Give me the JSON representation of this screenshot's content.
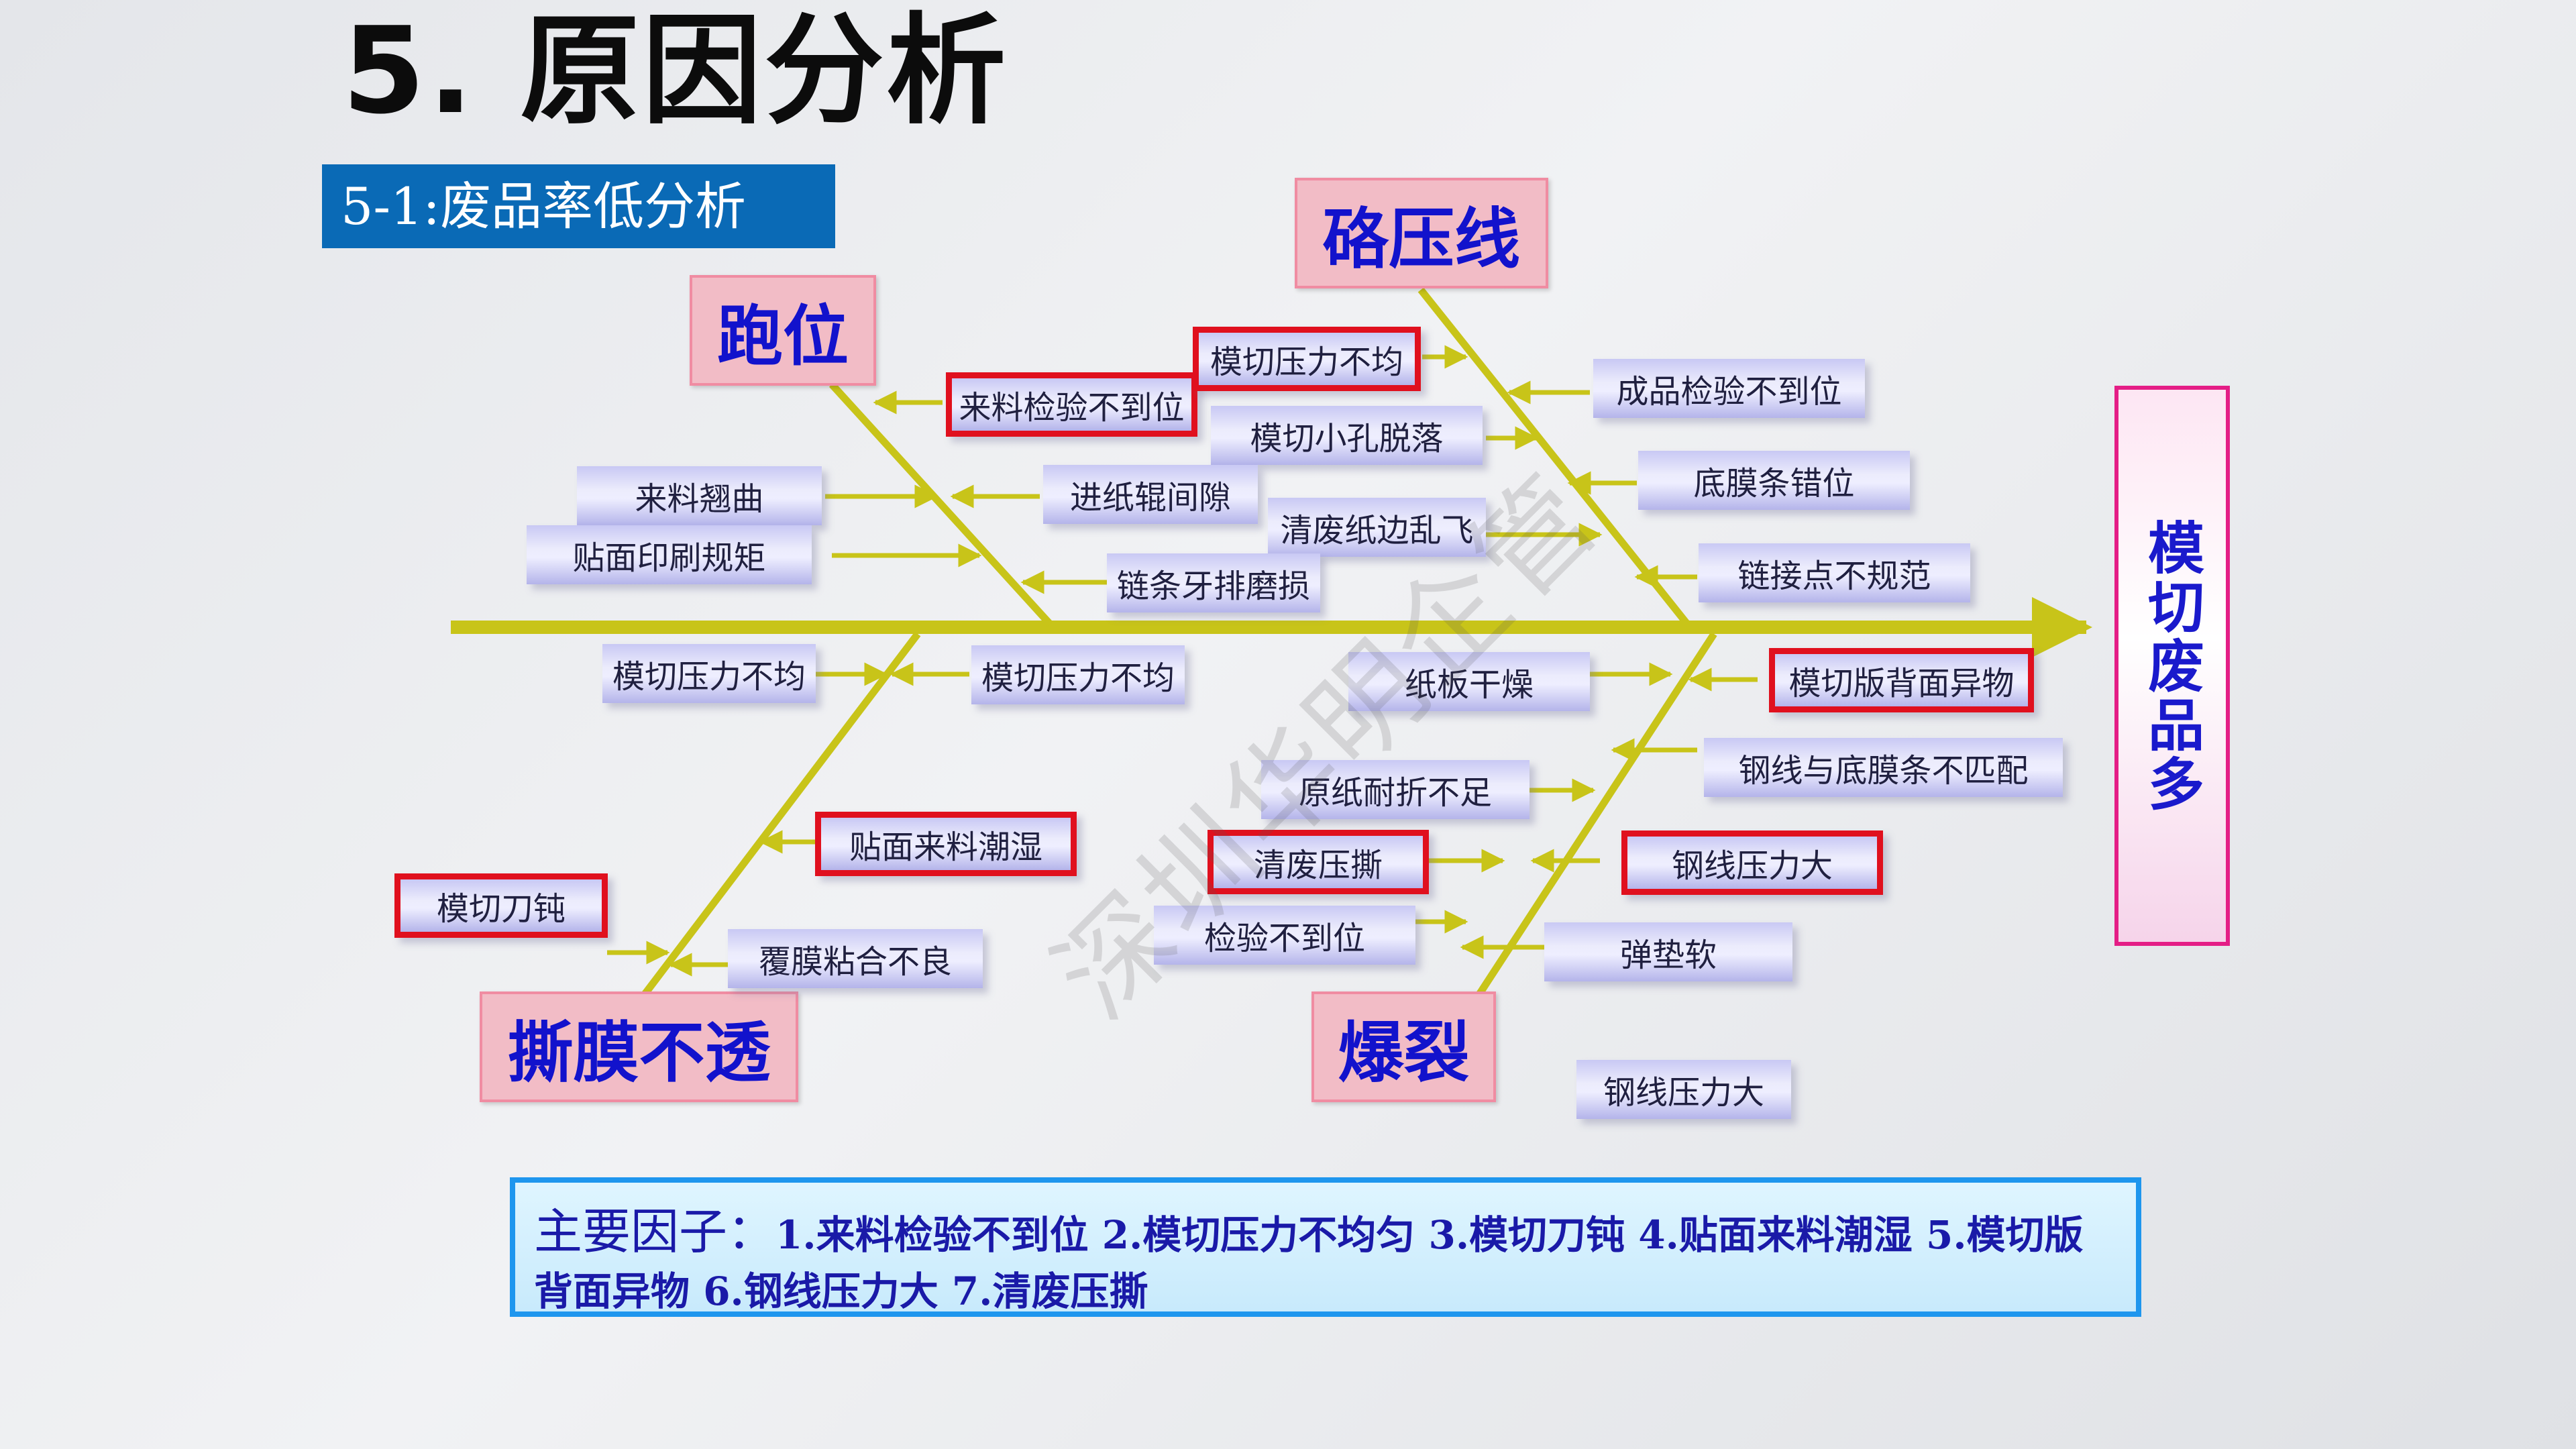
{
  "title": "5. 原因分析",
  "subtitle": "5-1:废品率低分析",
  "effect": "模切废品多",
  "watermark": "深圳华明企管",
  "categories": {
    "paowei": "跑位",
    "luoyaxian": "硌压线",
    "simo": "撕膜不透",
    "baolie": "爆裂"
  },
  "causes": {
    "c01": "来料检验不到位",
    "c02": "模切压力不均",
    "c03": "成品检验不到位",
    "c04": "模切小孔脱落",
    "c05": "来料翘曲",
    "c06": "进纸辊间隙",
    "c07": "底膜条错位",
    "c08": "清废纸边乱飞",
    "c09": "贴面印刷规矩",
    "c10": "链接点不规范",
    "c11": "链条牙排磨损",
    "c12": "模切压力不均",
    "c13": "模切压力不均",
    "c14": "纸板干燥",
    "c15": "模切版背面异物",
    "c16": "钢线与底膜条不匹配",
    "c17": "原纸耐折不足",
    "c18": "贴面来料潮湿",
    "c19": "清废压撕",
    "c20": "钢线压力大",
    "c21": "模切刀钝",
    "c22": "检验不到位",
    "c23": "弹垫软",
    "c24": "覆膜粘合不良",
    "c25": "钢线压力大"
  },
  "summary": {
    "label": "主要因子：",
    "text": "1.来料检验不到位 2.模切压力不均匀 3.模切刀钝 4.贴面来料潮湿 5.模切版背面异物 6.钢线压力大  7.清废压撕"
  },
  "colors": {
    "bone": "#c8c419",
    "category_text": "#1212cc",
    "category_fill": "#f2bcc6",
    "key_cause_border": "#e0101e",
    "effect_border": "#e41e86",
    "subtitle_band": "#0a6ab6",
    "summary_border": "#1e96ee"
  }
}
